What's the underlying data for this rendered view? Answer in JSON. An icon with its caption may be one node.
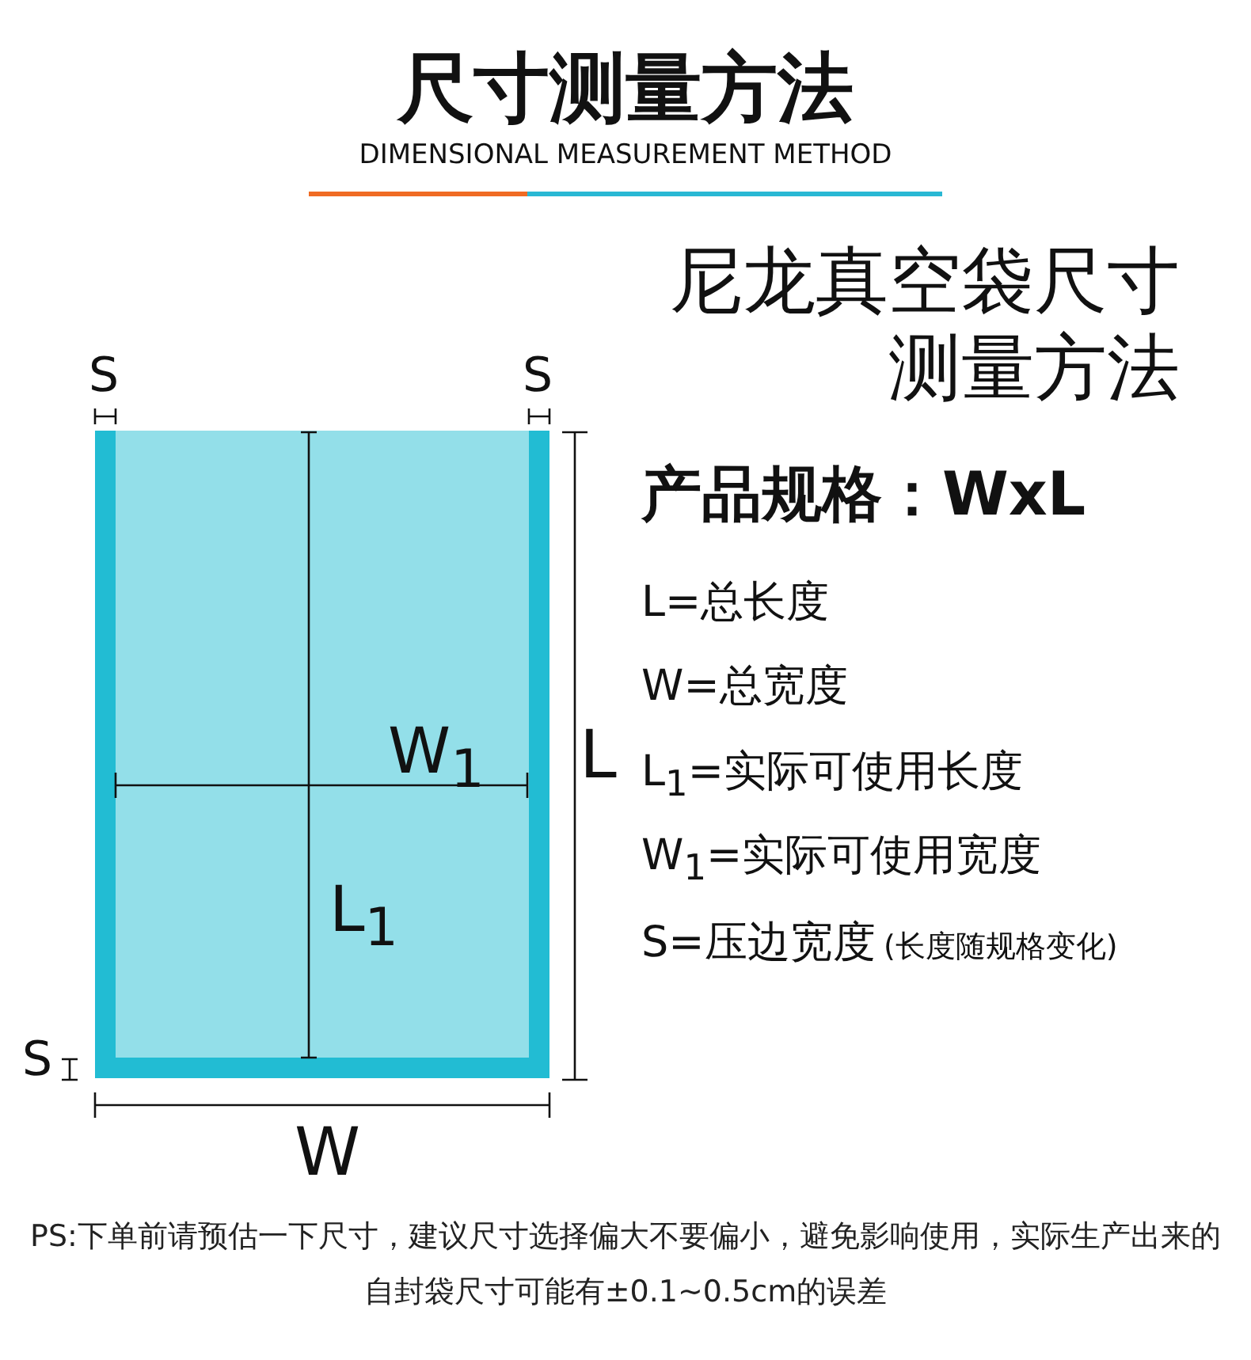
{
  "diagram": {
    "title": "尺寸测量方法",
    "nodes": [
      {
        "text": [
          "W$_{1}$",
          "L$_{1}$"
        ]
      }
    ],
    "labels": [
      "DIMENSIONAL MEASUREMENT METHOD",
      "S",
      "S",
      "尼龙真空袋尺寸测量方法",
      "产品规格：WxL",
      "L=总长度",
      "W=总宽度",
      "L",
      "L$_{1}$=实际可使用长度",
      "W$_{1}$=实际可使用宽度",
      "S=压边宽度",
      "(长度随规格变化)",
      "S",
      "W"
    ],
    "caption": "PS:下单前请预估一下尺寸，建议尺寸选择偏大不要偏小，避免影响使用，实际生产出来的自封袋尺寸可能有±0.1~0.5cm的误差"
  }
}
